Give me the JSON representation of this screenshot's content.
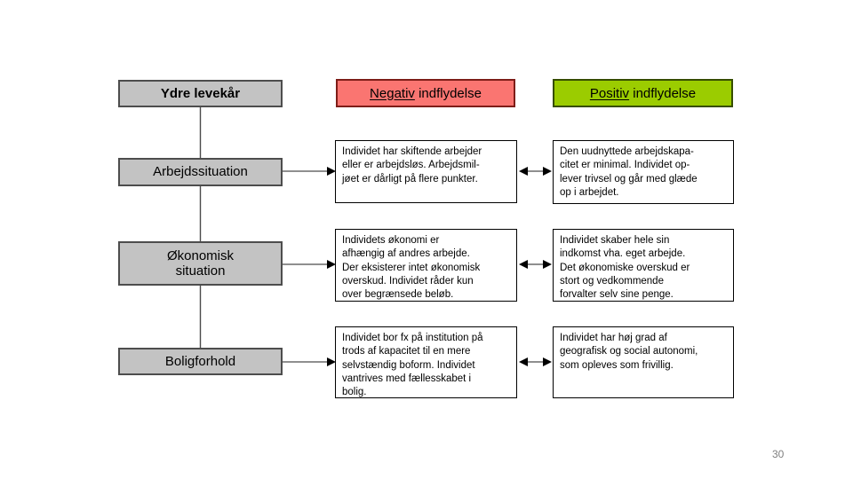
{
  "colors": {
    "negative_fill": "#fa7571",
    "negative_border": "#7e1d18",
    "positive_fill": "#9bcc00",
    "positive_border": "#364d00",
    "gray_fill": "#c3c3c3",
    "gray_border": "#4d4d4d"
  },
  "left_column": {
    "root_label": "Ydre levekår",
    "items": [
      {
        "label": "Arbejdssituation"
      },
      {
        "label": "Økonomisk\nsituation"
      },
      {
        "label": "Boligforhold"
      }
    ]
  },
  "negative_column": {
    "header_underlined": "Negativ",
    "header_rest": " indflydelse",
    "cells": [
      "Individet har skiftende arbejder\neller er arbejdsløs. Arbejdsmil-\njøet er dårligt på flere punkter.",
      "Individets økonomi er\nafhængig af andres arbejde.\nDer eksisterer intet økonomisk\noverskud. Individet råder kun\nover begrænsede beløb.",
      "Individet bor fx på institution på\ntrods af kapacitet til en mere\nselvstændig boform. Individet\nvantrives med fællesskabet i\nbolig."
    ]
  },
  "positive_column": {
    "header_underlined": "Positiv",
    "header_rest": " indflydelse",
    "cells": [
      "Den uudnyttede arbejdskapa-\ncitet er minimal. Individet op-\nlever trivsel og går med glæde\nop i arbejdet.",
      "Individet skaber hele sin\nindkomst vha. eget arbejde.\nDet økonomiske overskud er\nstort og vedkommende\nforvalter selv sine penge.",
      "Individet har høj grad af\ngeografisk og social autonomi,\nsom opleves som frivillig."
    ]
  },
  "footer": {
    "page_number": "30"
  }
}
